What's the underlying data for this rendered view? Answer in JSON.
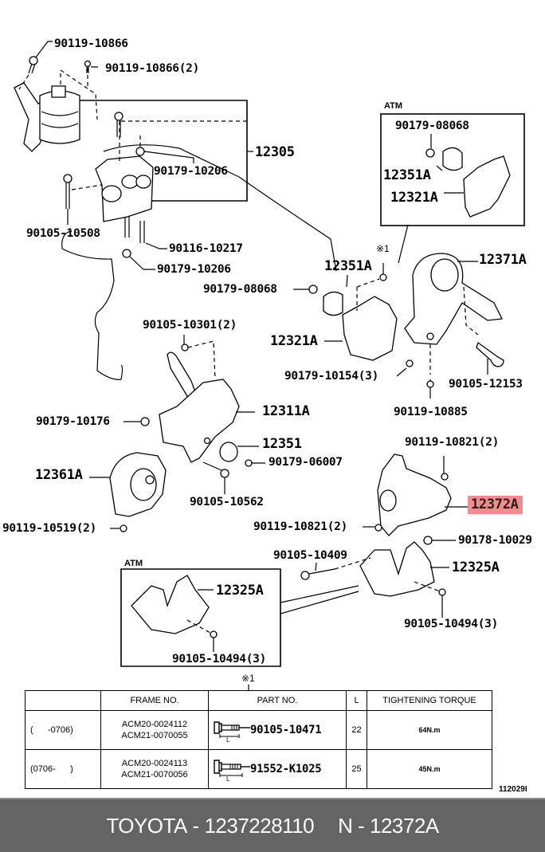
{
  "diagram": {
    "title_part": "12372A",
    "highlight_color": "#f78a8a",
    "labels": {
      "p90119_10866_a": "90119-10866",
      "p90119_10866_b": "90119-10866(2)",
      "p12305": "12305",
      "p90179_10206_a": "90179-10206",
      "p90105_10508": "90105-10508",
      "p90116_10217": "90116-10217",
      "p90179_10206_b": "90179-10206",
      "atm1_heading": "ATM",
      "atm1_90179_08068": "90179-08068",
      "atm1_12351A": "12351A",
      "atm1_12321A": "12321A",
      "ref_mark_1": "※1",
      "p12351A": "12351A",
      "p90179_08068": "90179-08068",
      "p12371A": "12371A",
      "p90105_10301": "90105-10301(2)",
      "p12321A": "12321A",
      "p90179_10154": "90179-10154(3)",
      "p90105_12153": "90105-12153",
      "p90119_10885": "90119-10885",
      "p90179_10176": "90179-10176",
      "p12311A": "12311A",
      "p12351": "12351",
      "p90179_06007": "90179-06007",
      "p12361A": "12361A",
      "p90105_10562": "90105-10562",
      "p90119_10519": "90119-10519(2)",
      "p90119_10821_top": "90119-10821(2)",
      "p12372A": "12372A",
      "p90119_10821_left": "90119-10821(2)",
      "p90178_10029": "90178-10029",
      "p90105_10409": "90105-10409",
      "p12325A": "12325A",
      "p90105_10494": "90105-10494(3)",
      "atm2_heading": "ATM",
      "atm2_12325A": "12325A",
      "atm2_90105_10494": "90105-10494(3)",
      "table_ref_mark": "※1",
      "drawing_id": "112029I"
    }
  },
  "spec_table": {
    "headers": [
      "",
      "FRAME NO.",
      "PART NO.",
      "L",
      "TIGHTENING TORQUE"
    ],
    "rows": [
      {
        "range": "(      -0706)",
        "frame_no_1": "ACM20-0024112",
        "frame_no_2": "ACM21-0070055",
        "part_no": "90105-10471",
        "bolt_length_label": "L",
        "l": "22",
        "torque": "64N.m"
      },
      {
        "range": "(0706-      )",
        "frame_no_1": "ACM20-0024113",
        "frame_no_2": "ACM21-0070056",
        "part_no": "91552-K1025",
        "bolt_length_label": "L",
        "l": "25",
        "torque": "45N.m"
      }
    ]
  },
  "footer": {
    "brand": "TOYOTA",
    "separator": " - ",
    "part_number": "1237228110",
    "ref_prefix": "N",
    "ref_code": "12372A"
  }
}
